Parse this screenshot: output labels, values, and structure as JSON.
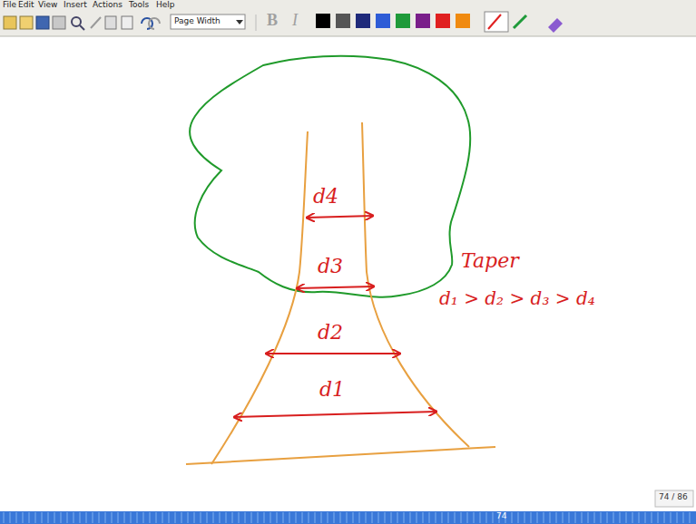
{
  "diagram": {
    "labels": [
      "File",
      "Edit",
      "View",
      "Insert",
      "Actions",
      "Tools",
      "Help",
      "Page Width",
      "B",
      "I",
      "d4",
      "d3",
      "d2",
      "d1",
      "Taper",
      "d₁ > d₂ > d₃ > d₄",
      "74 / 86",
      "74"
    ]
  }
}
